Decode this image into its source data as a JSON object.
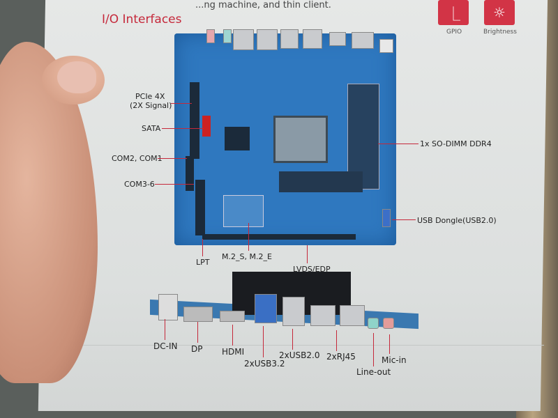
{
  "document": {
    "intro_fragment": "...ng machine, and thin client.",
    "section_title": "I/O Interfaces",
    "feature_tiles": [
      {
        "label": "GPIO",
        "icon": "gpio-icon"
      },
      {
        "label": "Brightness",
        "icon": "brightness-icon"
      }
    ],
    "top_view_labels": {
      "pcie": "PCIe 4X",
      "pcie_note": "(2X Signal)",
      "sata": "SATA",
      "com12": "COM2, COM1",
      "com36": "COM3-6",
      "lpt": "LPT",
      "m2": "M.2_S, M.2_E",
      "lvds": "LVDS/EDP",
      "sodimm": "1x SO-DIMM DDR4",
      "usb_dongle": "USB Dongle(USB2.0)"
    },
    "side_view_labels": {
      "dcin": "DC-IN",
      "dp": "DP",
      "hdmi": "HDMI",
      "usb32": "2xUSB3.2",
      "usb20": "2xUSB2.0",
      "rj45": "2xRJ45",
      "lineout": "Line-out",
      "micin": "Mic-in"
    },
    "colors": {
      "accent": "#c5283a",
      "pcb": "#2f78bf"
    }
  }
}
